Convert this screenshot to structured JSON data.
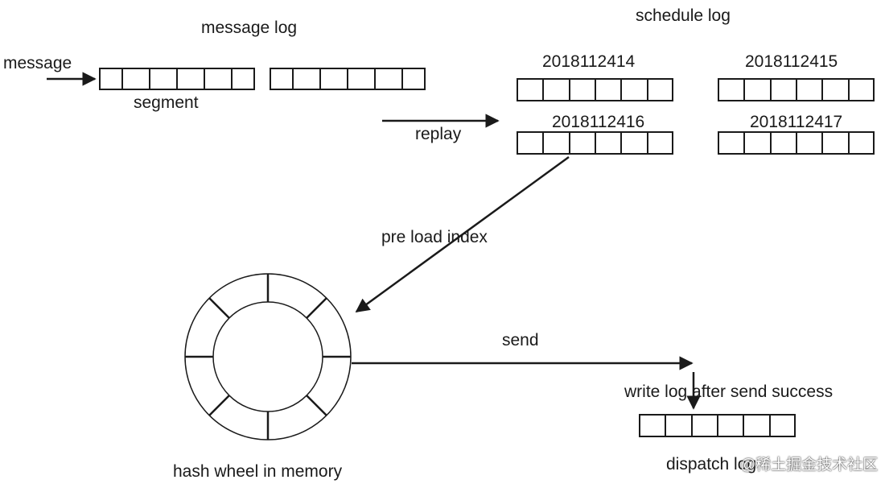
{
  "labels": {
    "message_log": "message log",
    "message": "message",
    "segment": "segment",
    "schedule_log": "schedule log",
    "replay": "replay",
    "pre_load_index": "pre load index",
    "hash_wheel": "hash wheel in memory",
    "send": "send",
    "write_log": "write log after send success",
    "dispatch_log": "dispatch log"
  },
  "schedule_segments": [
    "2018112414",
    "2018112415",
    "2018112416",
    "2018112417"
  ],
  "watermark": "@稀土掘金技术社区",
  "colors": {
    "stroke": "#1a1a1a",
    "fill": "#ffffff"
  }
}
